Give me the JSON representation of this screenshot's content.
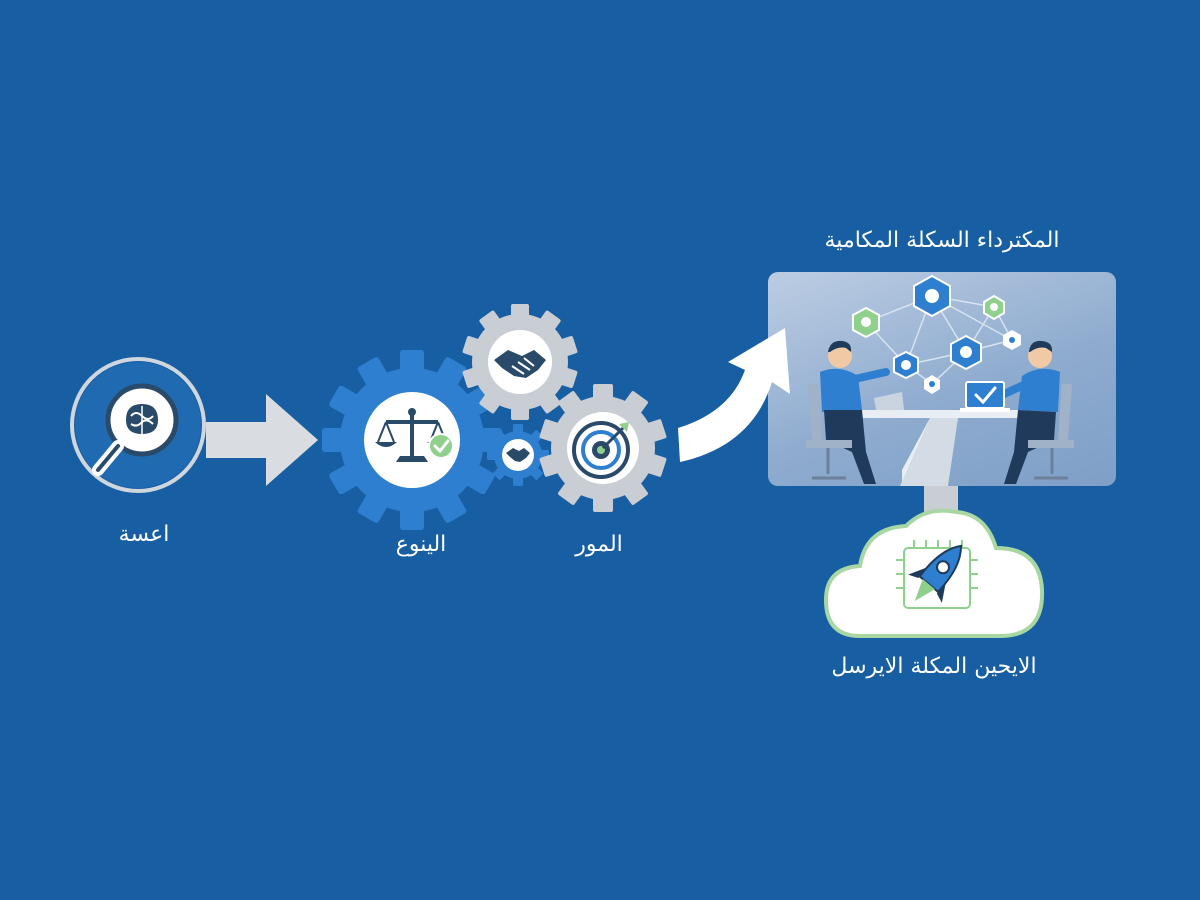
{
  "steps": [
    {
      "label": "اعسة",
      "icon": "brain-search-icon"
    },
    {
      "label": "الينوع",
      "icon": "scales-icon"
    },
    {
      "label": "المور",
      "icon": "target-icon"
    }
  ],
  "panel": {
    "title": "المكترداء السكلة المكامية",
    "icon": "team-meeting-network-icon"
  },
  "cloud": {
    "label": "الايحين المكلة الايرسل",
    "icon": "rocket-cloud-icon"
  },
  "colors": {
    "background": "#175ea3",
    "gear_blue": "#2e7fcf",
    "gear_gray": "#c9ced4",
    "arrow": "#d9dde2",
    "accent_green": "#8fd08c"
  }
}
